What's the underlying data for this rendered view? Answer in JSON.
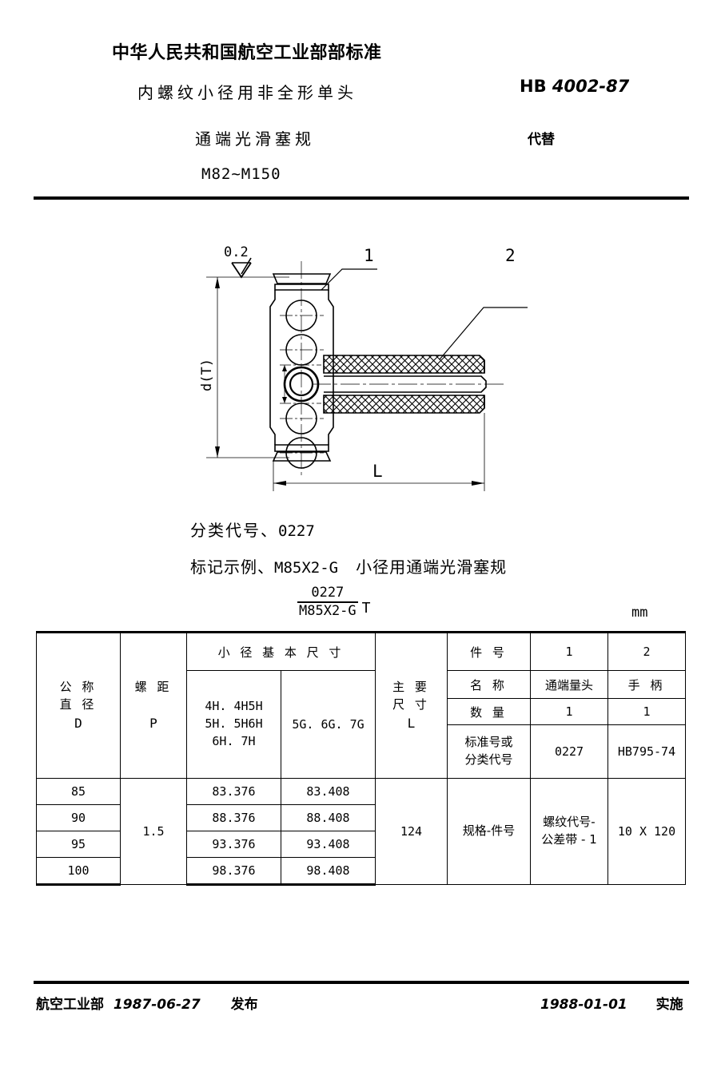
{
  "header": {
    "ministry_title": "中华人民共和国航空工业部部标准",
    "subject_line1": "内螺纹小径用非全形单头",
    "subject_line2": "通端光滑塞规",
    "size_range": "M82~M150",
    "standard_prefix": "HB",
    "standard_number": "4002-87",
    "replaces_label": "代替"
  },
  "drawing": {
    "surface_roughness": "0.2",
    "dim_diameter": "d(T)",
    "dim_length": "L",
    "callout_1": "1",
    "callout_2": "2"
  },
  "spec": {
    "class_code_label": "分类代号",
    "class_code_sep": "、",
    "class_code_value": "0227",
    "marking_label": "标记示例",
    "marking_sep": "、",
    "marking_value": "M85X2-G",
    "marking_desc": "小径用通端光滑塞规",
    "fraction_numerator": "0227",
    "fraction_denominator": "M85X2-G",
    "fraction_suffix": "T",
    "unit": "mm"
  },
  "table": {
    "headers": {
      "nominal_diameter": "公 称",
      "nominal_diameter_2": "直 径",
      "nominal_diameter_sym": "D",
      "pitch": "螺 距",
      "pitch_sym": "P",
      "minor_diameter": "小 径 基 本 尺 寸",
      "tol_class_a_l1": "4H. 4H5H",
      "tol_class_a_l2": "5H. 5H6H",
      "tol_class_a_l3": "6H. 7H",
      "tol_class_b": "5G. 6G. 7G",
      "main_dim": "主 要",
      "main_dim_2": "尺 寸",
      "main_dim_sym": "L"
    },
    "rows": [
      {
        "diameter": "85",
        "minor_a": "83.376",
        "minor_b": "83.408"
      },
      {
        "diameter": "90",
        "minor_a": "88.376",
        "minor_b": "88.408"
      },
      {
        "diameter": "95",
        "minor_a": "93.376",
        "minor_b": "93.408"
      },
      {
        "diameter": "100",
        "minor_a": "98.376",
        "minor_b": "98.408"
      }
    ],
    "pitch_value": "1.5",
    "length_value": "124"
  },
  "parts_list": {
    "row_labels": {
      "part_no": "件 号",
      "name": "名 称",
      "quantity": "数 量",
      "std_code_l1": "标准号或",
      "std_code_l2": "分类代号"
    },
    "col1": {
      "part_no": "1",
      "name": "通端量头",
      "quantity": "1",
      "std_code": "0227",
      "spec_rule_l1": "规格-件号",
      "spec_rule_l2": ""
    },
    "col2": {
      "part_no": "2",
      "name": "手 柄",
      "quantity": "1",
      "std_code": "HB795-74",
      "spec_rule_l1": "螺纹代号-",
      "spec_rule_l2": "公差带 - 1",
      "size": "10 X 120"
    }
  },
  "footer": {
    "issuer": "航空工业部",
    "issue_date": "1987-06-27",
    "issue_action": "发布",
    "effective_date": "1988-01-01",
    "effective_action": "实施"
  }
}
